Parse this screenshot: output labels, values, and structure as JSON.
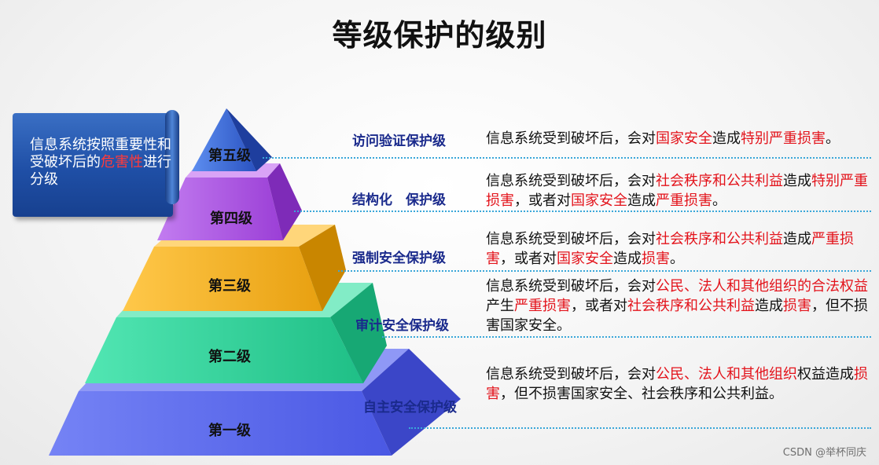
{
  "title": "等级保护的级别",
  "callout": {
    "parts": [
      {
        "text": "信息系统按照重要性和受破坏后的",
        "red": false
      },
      {
        "text": "危害性",
        "red": true
      },
      {
        "text": "进行分级",
        "red": false
      }
    ]
  },
  "tiers": [
    {
      "label": "第五级",
      "level": "访问验证保护级",
      "color": "#3d6bdc"
    },
    {
      "label": "第四级",
      "level": "结构化　保护级",
      "color": "#b05ae0"
    },
    {
      "label": "第三级",
      "level": "强制安全保护级",
      "color": "#f2ae1c"
    },
    {
      "label": "第二级",
      "level": "审计安全保护级",
      "color": "#2fd19a"
    },
    {
      "label": "第一级",
      "level": "自主安全保护级",
      "color": "#5869ee"
    }
  ],
  "descriptions": [
    [
      {
        "text": "信息系统受到破坏后，会对",
        "red": false
      },
      {
        "text": "国家安全",
        "red": true
      },
      {
        "text": "造成",
        "red": false
      },
      {
        "text": "特别严重损害",
        "red": true
      },
      {
        "text": "。",
        "red": false
      }
    ],
    [
      {
        "text": "信息系统受到破坏后，会对",
        "red": false
      },
      {
        "text": "社会秩序和公共利益",
        "red": true
      },
      {
        "text": "造成",
        "red": false
      },
      {
        "text": "特别严重损害",
        "red": true
      },
      {
        "text": "，或者对",
        "red": false
      },
      {
        "text": "国家安全",
        "red": true
      },
      {
        "text": "造成",
        "red": false
      },
      {
        "text": "严重损害",
        "red": true
      },
      {
        "text": "。",
        "red": false
      }
    ],
    [
      {
        "text": "信息系统受到破坏后，会对",
        "red": false
      },
      {
        "text": "社会秩序和公共利益",
        "red": true
      },
      {
        "text": "造成",
        "red": false
      },
      {
        "text": "严重损害",
        "red": true
      },
      {
        "text": "，或者对",
        "red": false
      },
      {
        "text": "国家安全",
        "red": true
      },
      {
        "text": "造成",
        "red": false
      },
      {
        "text": "损害",
        "red": true
      },
      {
        "text": "。",
        "red": false
      }
    ],
    [
      {
        "text": "信息系统受到破坏后，会对",
        "red": false
      },
      {
        "text": "公民、法人和其他组织的合法权益",
        "red": true
      },
      {
        "text": "产生",
        "red": false
      },
      {
        "text": "严重损害",
        "red": true
      },
      {
        "text": "，或者对",
        "red": false
      },
      {
        "text": "社会秩序和公共利益",
        "red": true
      },
      {
        "text": "造成",
        "red": false
      },
      {
        "text": "损害",
        "red": true
      },
      {
        "text": "，但不损害国家安全。",
        "red": false
      }
    ],
    [
      {
        "text": "信息系统受到破坏后，会对",
        "red": false
      },
      {
        "text": "公民、法人和其他组织",
        "red": true
      },
      {
        "text": "权益造成",
        "red": false
      },
      {
        "text": "损害",
        "red": true
      },
      {
        "text": "，但不损害国家安全、社会秩序和公共利益。",
        "red": false
      }
    ]
  ],
  "watermark": "CSDN @举杯同庆",
  "colors": {
    "level_text": "#1a2a8c",
    "highlight": "#e3131b",
    "dotted_line": "#3aa7d9"
  }
}
